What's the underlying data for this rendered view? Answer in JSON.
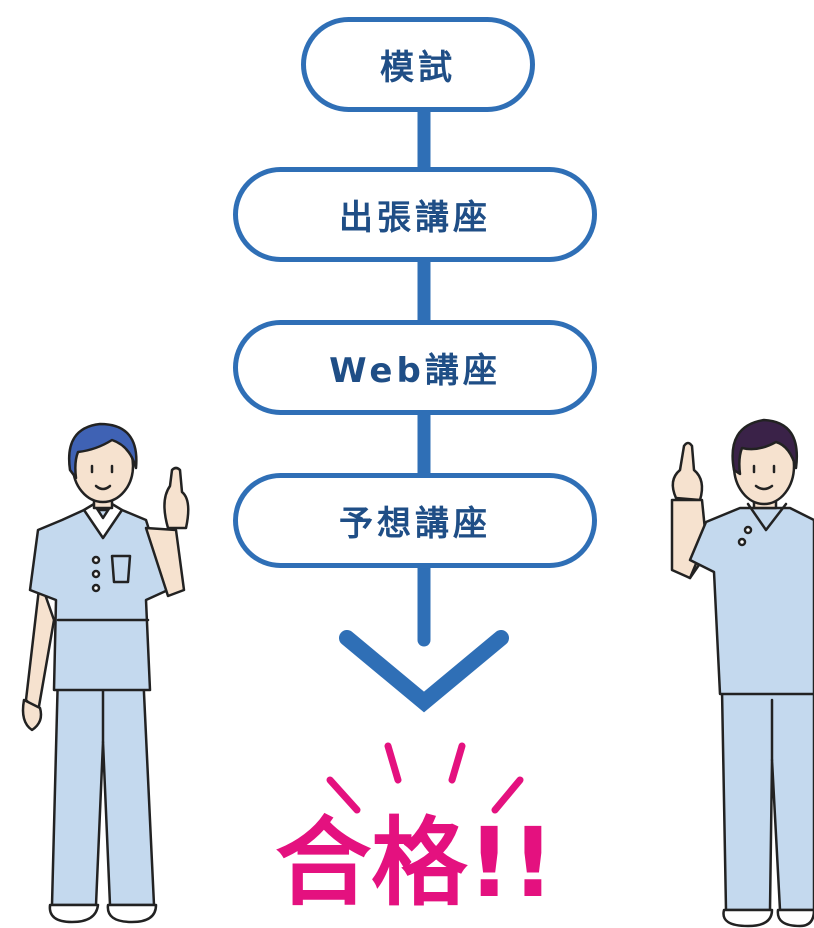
{
  "flow": {
    "steps": [
      "模試",
      "出張講座",
      "Web講座",
      "予想講座"
    ],
    "result": "合格!!"
  },
  "colors": {
    "flow_line": "#2f6fb6",
    "pill_text": "#1f4e86",
    "result": "#e4117f",
    "scrub": "#c4d9ee",
    "outline": "#222222"
  },
  "illustrations": [
    "nurse-woman-pointing-up",
    "nurse-man-pointing-up"
  ]
}
